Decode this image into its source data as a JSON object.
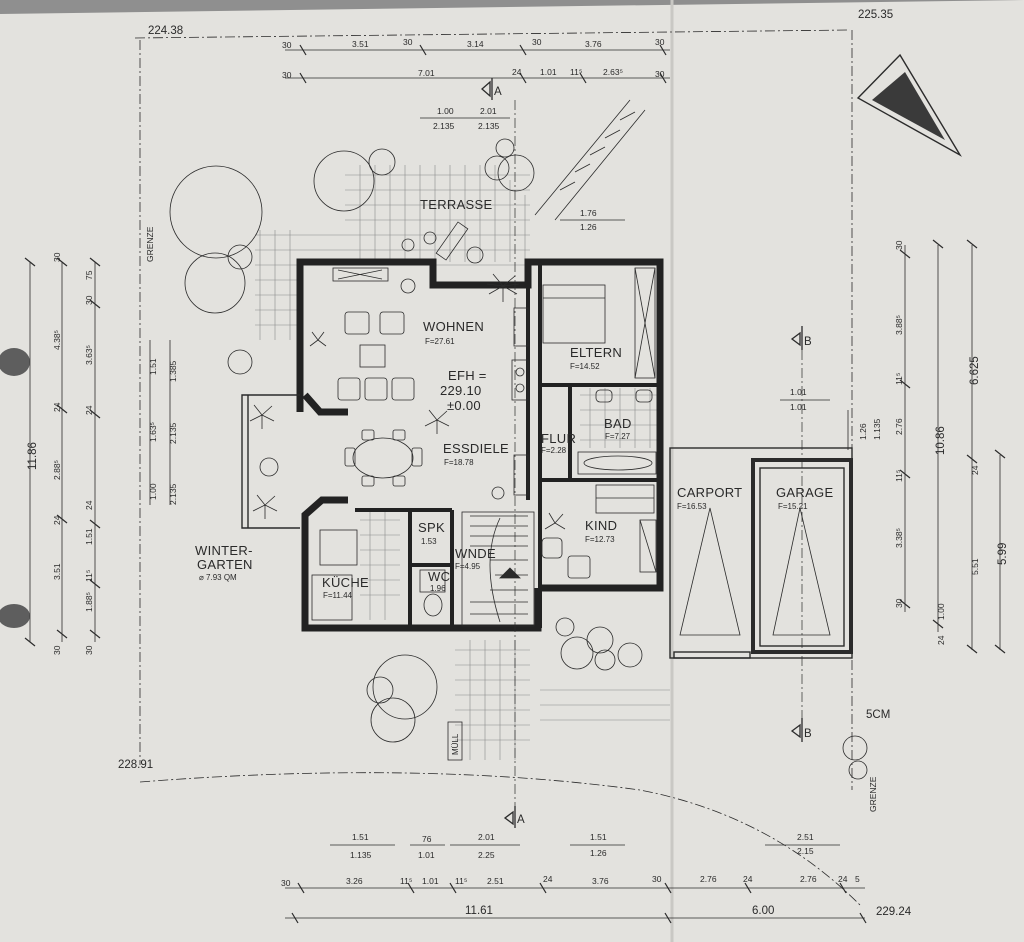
{
  "levels": {
    "top_left": "224.38",
    "top_right": "225.35",
    "bottom_left": "228.91",
    "bottom_right": "229.24"
  },
  "boundary": {
    "left": "GRENZE",
    "right": "GRENZE"
  },
  "rooms": {
    "terrasse": {
      "name": "TERRASSE"
    },
    "wohnen": {
      "name": "WOHNEN",
      "area": "F=27.61"
    },
    "eltern": {
      "name": "ELTERN",
      "area": "F=14.52"
    },
    "efh_lines": [
      "EFH =",
      "229.10",
      "±0.00"
    ],
    "essdiele": {
      "name": "ESSDIELE",
      "area": "F=18.78"
    },
    "bad": {
      "name": "BAD",
      "area": "F=7.27"
    },
    "flur": {
      "name": "FLUR",
      "area": "F=2.28"
    },
    "kind": {
      "name": "KIND",
      "area": "F=12.73"
    },
    "carport": {
      "name": "CARPORT",
      "area": "F=16.53"
    },
    "garage": {
      "name": "GARAGE",
      "area": "F=15.21"
    },
    "wintergarten_lines": [
      "WINTER-",
      "GARTEN"
    ],
    "wintergarten_area": "⌀ 7.93 QM",
    "kueche": {
      "name": "KÜCHE",
      "area": "F=11.44"
    },
    "spk": {
      "name": "SPK",
      "area": "1.53"
    },
    "wc": {
      "name": "WC",
      "area": "1.96"
    },
    "wnde": {
      "name": "WNDE",
      "area": "F=4.95"
    },
    "muell": "MÜLL"
  },
  "sections": {
    "a_top": "A",
    "a_bottom": "A",
    "b_top": "B",
    "b_bottom": "B"
  },
  "scm": "5CM",
  "dims": {
    "top_row1": [
      "30",
      "3.51",
      "30",
      "3.14",
      "30",
      "3.76",
      "30"
    ],
    "top_row2": [
      "30",
      "7.01",
      "24",
      "1.01",
      "11⁵",
      "2.63⁵",
      "30"
    ],
    "top_window": [
      "1.00",
      "2.135",
      "2.01",
      "2.135"
    ],
    "terrace_window": [
      "1.76",
      "1.26"
    ],
    "left_outer": "11.86",
    "left_mid": [
      "30",
      "4.38⁵",
      "24",
      "2.88⁵",
      "24",
      "3.51",
      "30"
    ],
    "left_inner": [
      "75",
      "30",
      "3.63⁵",
      "24",
      "24",
      "1.51",
      "11⁵",
      "1.88⁵",
      "30"
    ],
    "left_windows": [
      "1.51",
      "1.385",
      "1.63⁵",
      "2.135",
      "1.00",
      "2.135"
    ],
    "right_outer": [
      "10.86",
      "6.625",
      "5.99",
      "5.51",
      "24"
    ],
    "right_inner": [
      "30",
      "3.88⁵",
      "11⁵",
      "2.76",
      "11⁵",
      "3.38⁵",
      "30",
      "1.00",
      "24"
    ],
    "right_window": [
      "1.26",
      "1.135"
    ],
    "garage_window": [
      "1.01",
      "1.01"
    ],
    "bottom_windows": [
      "1.51",
      "1.135",
      "76",
      "1.01",
      "2.01",
      "2.25",
      "1.51",
      "1.26",
      "2.51",
      "2.15"
    ],
    "bottom_row": [
      "30",
      "3.26",
      "11⁵",
      "1.01",
      "11⁵",
      "2.51",
      "24",
      "3.76",
      "30",
      "2.76",
      "24",
      "2.76",
      "24",
      "5"
    ],
    "total_house": "11.61",
    "total_garage": "6.00"
  }
}
